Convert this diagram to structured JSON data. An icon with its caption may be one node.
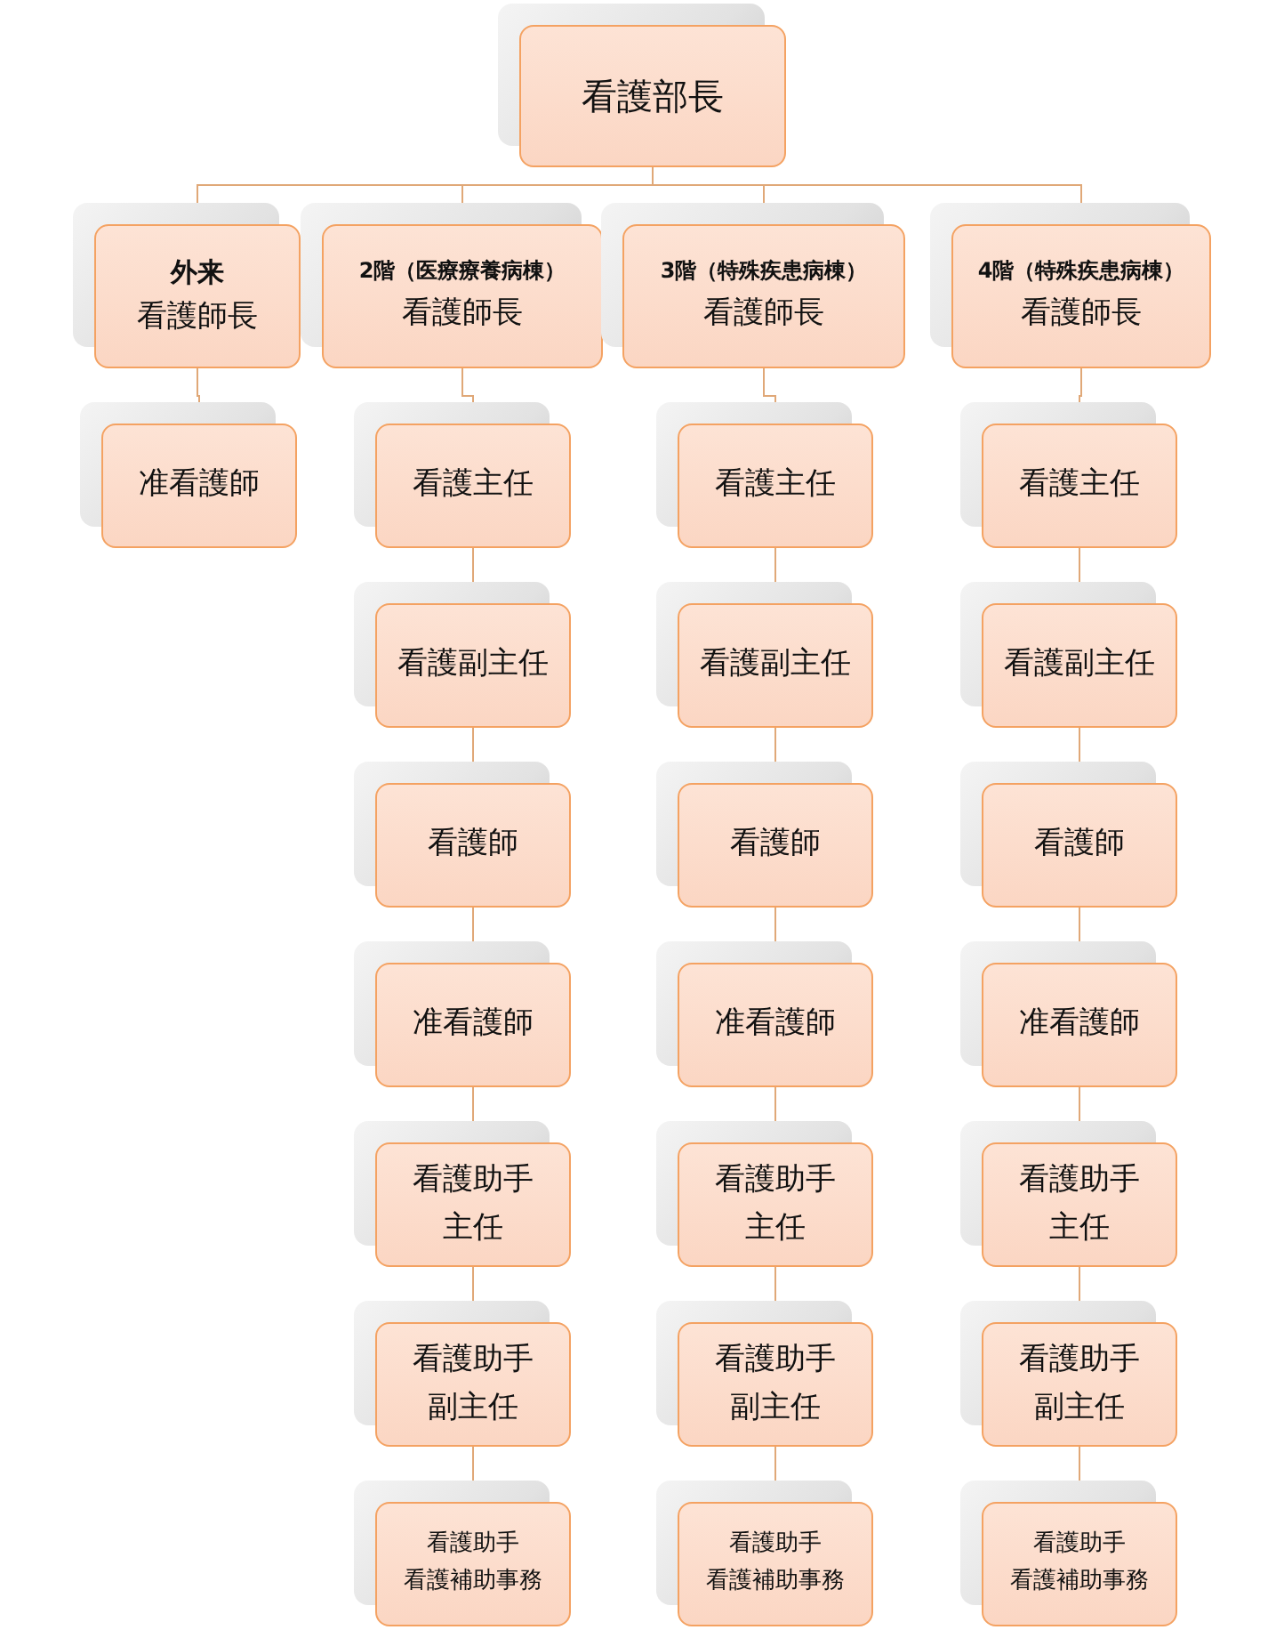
{
  "diagram": {
    "nodes": [
      {
        "text": [
          "看護部長"
        ]
      },
      {
        "text": [
          "外来",
          "看護師長"
        ]
      },
      {
        "text": [
          "准看護師"
        ]
      },
      {
        "text": [
          "2階（医療療養病棟）",
          "看護師長"
        ]
      },
      {
        "text": [
          "看護主任"
        ]
      },
      {
        "text": [
          "看護副主任"
        ]
      },
      {
        "text": [
          "看護師"
        ]
      },
      {
        "text": [
          "准看護師"
        ]
      },
      {
        "text": [
          "看護助手",
          "主任"
        ]
      },
      {
        "text": [
          "看護助手",
          "副主任"
        ]
      },
      {
        "text": [
          "看護助手",
          "看護補助事務"
        ]
      },
      {
        "text": [
          "3階（特殊疾患病棟）",
          "看護師長"
        ]
      },
      {
        "text": [
          "看護主任"
        ]
      },
      {
        "text": [
          "看護副主任"
        ]
      },
      {
        "text": [
          "看護師"
        ]
      },
      {
        "text": [
          "准看護師"
        ]
      },
      {
        "text": [
          "看護助手",
          "主任"
        ]
      },
      {
        "text": [
          "看護助手",
          "副主任"
        ]
      },
      {
        "text": [
          "看護助手",
          "看護補助事務"
        ]
      },
      {
        "text": [
          "4階（特殊疾患病棟）",
          "看護師長"
        ]
      },
      {
        "text": [
          "看護主任"
        ]
      },
      {
        "text": [
          "看護副主任"
        ]
      },
      {
        "text": [
          "看護師"
        ]
      },
      {
        "text": [
          "准看護師"
        ]
      },
      {
        "text": [
          "看護助手",
          "主任"
        ]
      },
      {
        "text": [
          "看護助手",
          "副主任"
        ]
      },
      {
        "text": [
          "看護助手",
          "看護補助事務"
        ]
      }
    ],
    "edges": [
      {
        "from": 0,
        "to": 1,
        "arrow": "none"
      },
      {
        "from": 0,
        "to": 3,
        "arrow": "none"
      },
      {
        "from": 0,
        "to": 11,
        "arrow": "none"
      },
      {
        "from": 0,
        "to": 19,
        "arrow": "none"
      },
      {
        "from": 1,
        "to": 2,
        "arrow": "none"
      },
      {
        "from": 3,
        "to": 4,
        "arrow": "none"
      },
      {
        "from": 4,
        "to": 5,
        "arrow": "none"
      },
      {
        "from": 5,
        "to": 6,
        "arrow": "none"
      },
      {
        "from": 6,
        "to": 7,
        "arrow": "none"
      },
      {
        "from": 7,
        "to": 8,
        "arrow": "none"
      },
      {
        "from": 8,
        "to": 9,
        "arrow": "none"
      },
      {
        "from": 9,
        "to": 10,
        "arrow": "none"
      },
      {
        "from": 11,
        "to": 12,
        "arrow": "none"
      },
      {
        "from": 12,
        "to": 13,
        "arrow": "none"
      },
      {
        "from": 13,
        "to": 14,
        "arrow": "none"
      },
      {
        "from": 14,
        "to": 15,
        "arrow": "none"
      },
      {
        "from": 15,
        "to": 16,
        "arrow": "none"
      },
      {
        "from": 16,
        "to": 17,
        "arrow": "none"
      },
      {
        "from": 17,
        "to": 18,
        "arrow": "none"
      },
      {
        "from": 19,
        "to": 20,
        "arrow": "none"
      },
      {
        "from": 20,
        "to": 21,
        "arrow": "none"
      },
      {
        "from": 21,
        "to": 22,
        "arrow": "none"
      },
      {
        "from": 22,
        "to": 23,
        "arrow": "none"
      },
      {
        "from": 23,
        "to": 24,
        "arrow": "none"
      },
      {
        "from": 24,
        "to": 25,
        "arrow": "none"
      },
      {
        "from": 25,
        "to": 26,
        "arrow": "none"
      }
    ]
  }
}
